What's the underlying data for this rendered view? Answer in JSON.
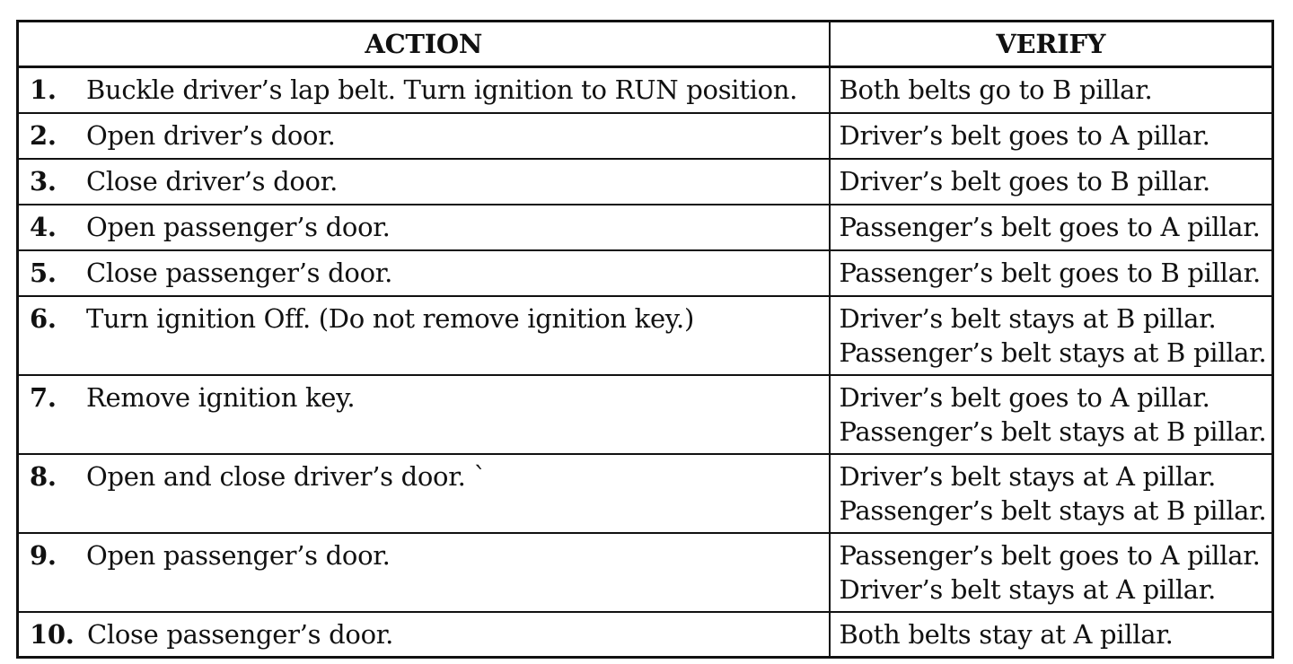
{
  "table": {
    "header": {
      "action": "ACTION",
      "verify": "VERIFY"
    },
    "rows": [
      {
        "num": "1.",
        "action": "Buckle driver’s lap belt.  Turn ignition to RUN position.",
        "verify": [
          "Both belts go to B pillar."
        ]
      },
      {
        "num": "2.",
        "action": "Open driver’s door.",
        "verify": [
          "Driver’s belt goes to A pillar."
        ]
      },
      {
        "num": "3.",
        "action": "Close driver’s door.",
        "verify": [
          "Driver’s belt goes to B pillar."
        ]
      },
      {
        "num": "4.",
        "action": "Open passenger’s door.",
        "verify": [
          "Passenger’s belt goes to A pillar."
        ]
      },
      {
        "num": "5.",
        "action": "Close passenger’s door.",
        "verify": [
          "Passenger’s belt goes to B pillar."
        ]
      },
      {
        "num": "6.",
        "action": "Turn ignition Off.  (Do not remove ignition key.)",
        "verify": [
          "Driver’s belt stays at B pillar.",
          "Passenger’s belt stays at B pillar."
        ]
      },
      {
        "num": "7.",
        "action": "Remove ignition key.",
        "verify": [
          "Driver’s belt goes to A pillar.",
          "Passenger’s belt stays at B pillar."
        ]
      },
      {
        "num": "8.",
        "action": "Open and close driver’s door. `",
        "verify": [
          "Driver’s belt stays at A pillar.",
          "Passenger’s belt stays at B pillar."
        ]
      },
      {
        "num": "9.",
        "action": "Open passenger’s door.",
        "verify": [
          "Passenger’s belt goes to A pillar.",
          "Driver’s belt stays at A pillar."
        ]
      },
      {
        "num": "10.",
        "action": "Close passenger’s door.",
        "verify": [
          "Both belts stay at A pillar."
        ]
      }
    ]
  }
}
